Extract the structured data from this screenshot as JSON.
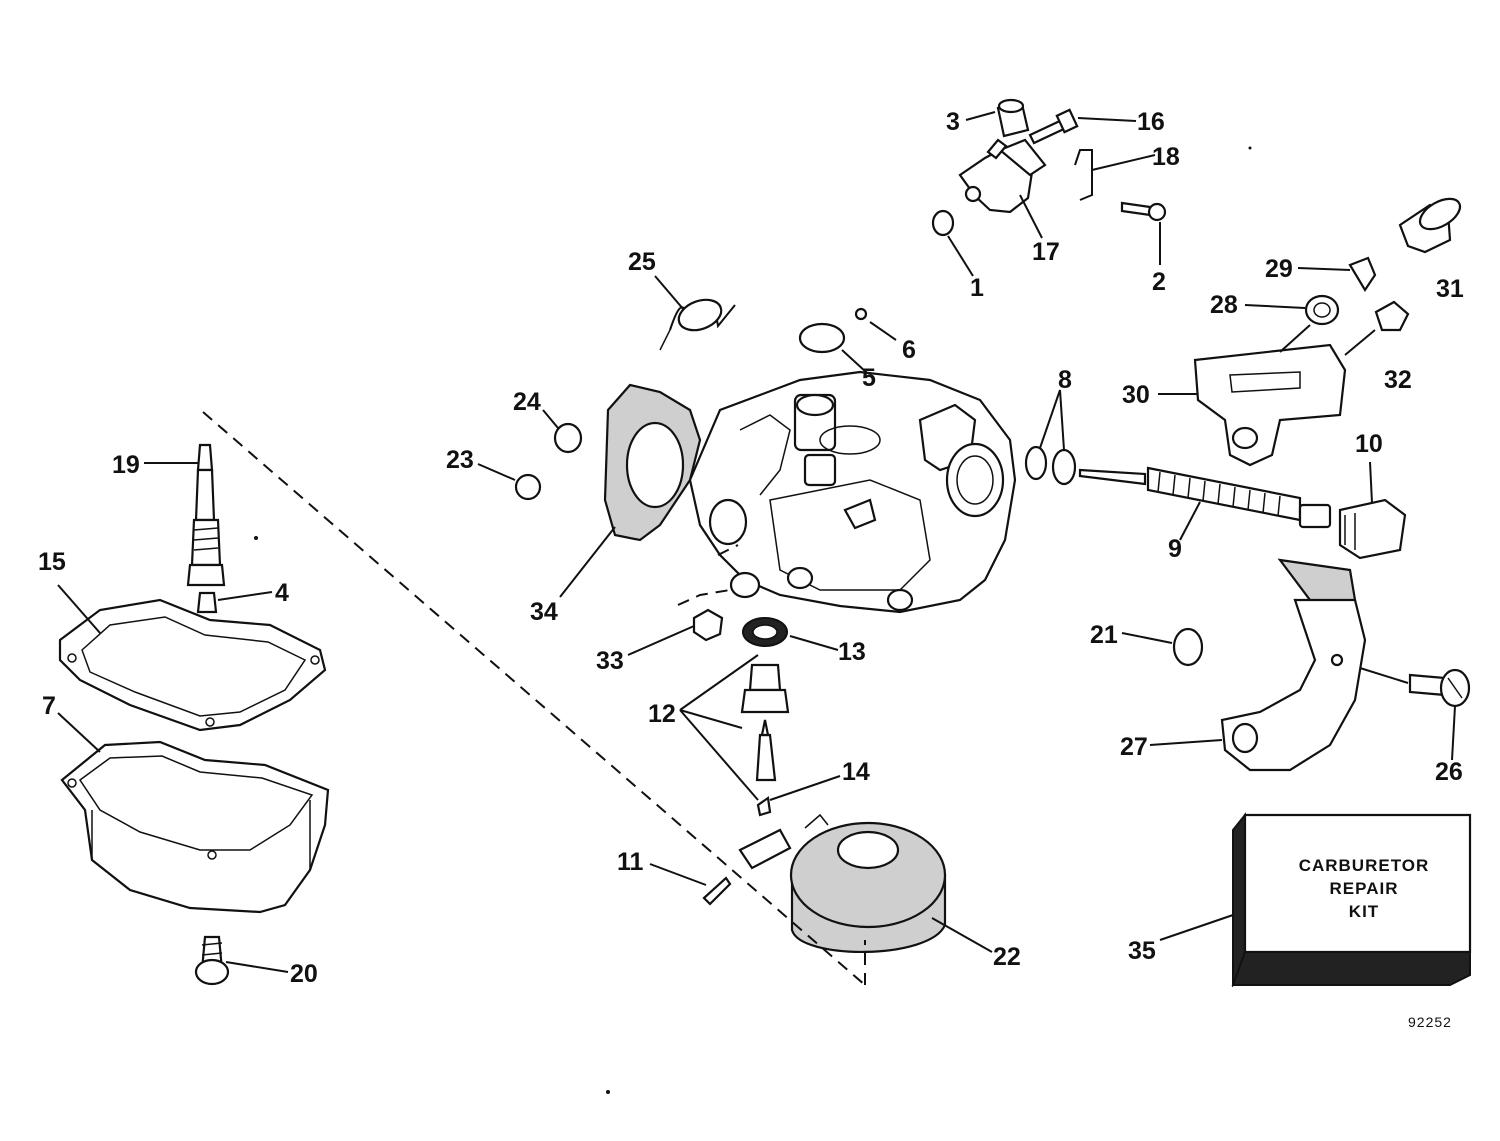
{
  "diagram": {
    "callouts": {
      "c1": "1",
      "c2": "2",
      "c3": "3",
      "c4": "4",
      "c5": "5",
      "c6": "6",
      "c7": "7",
      "c8": "8",
      "c9": "9",
      "c10": "10",
      "c11": "11",
      "c12": "12",
      "c13": "13",
      "c14": "14",
      "c15": "15",
      "c16": "16",
      "c17": "17",
      "c18": "18",
      "c19": "19",
      "c20": "20",
      "c21": "21",
      "c22": "22",
      "c23": "23",
      "c24": "24",
      "c25": "25",
      "c26": "26",
      "c27": "27",
      "c28": "28",
      "c29": "29",
      "c30": "30",
      "c31": "31",
      "c32": "32",
      "c33": "33",
      "c34": "34",
      "c35": "35"
    },
    "kit_box": {
      "line1": "CARBURETOR",
      "line2": "REPAIR",
      "line3": "KIT"
    },
    "figure_number": "92252"
  }
}
